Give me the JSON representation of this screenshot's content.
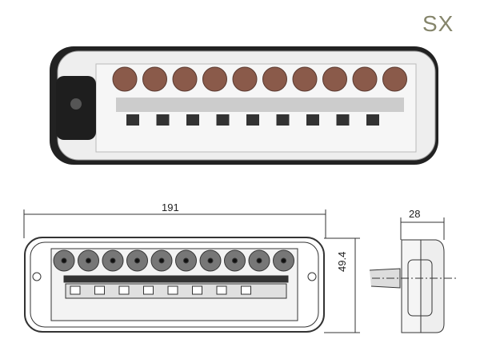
{
  "variant_label": "SX",
  "dimensions": {
    "length": "191",
    "height": "49.4",
    "depth": "28"
  },
  "led_count": 10,
  "colors": {
    "label": "#85856b",
    "housing": "#1a1a1a",
    "lens": "#8a5a4a"
  }
}
